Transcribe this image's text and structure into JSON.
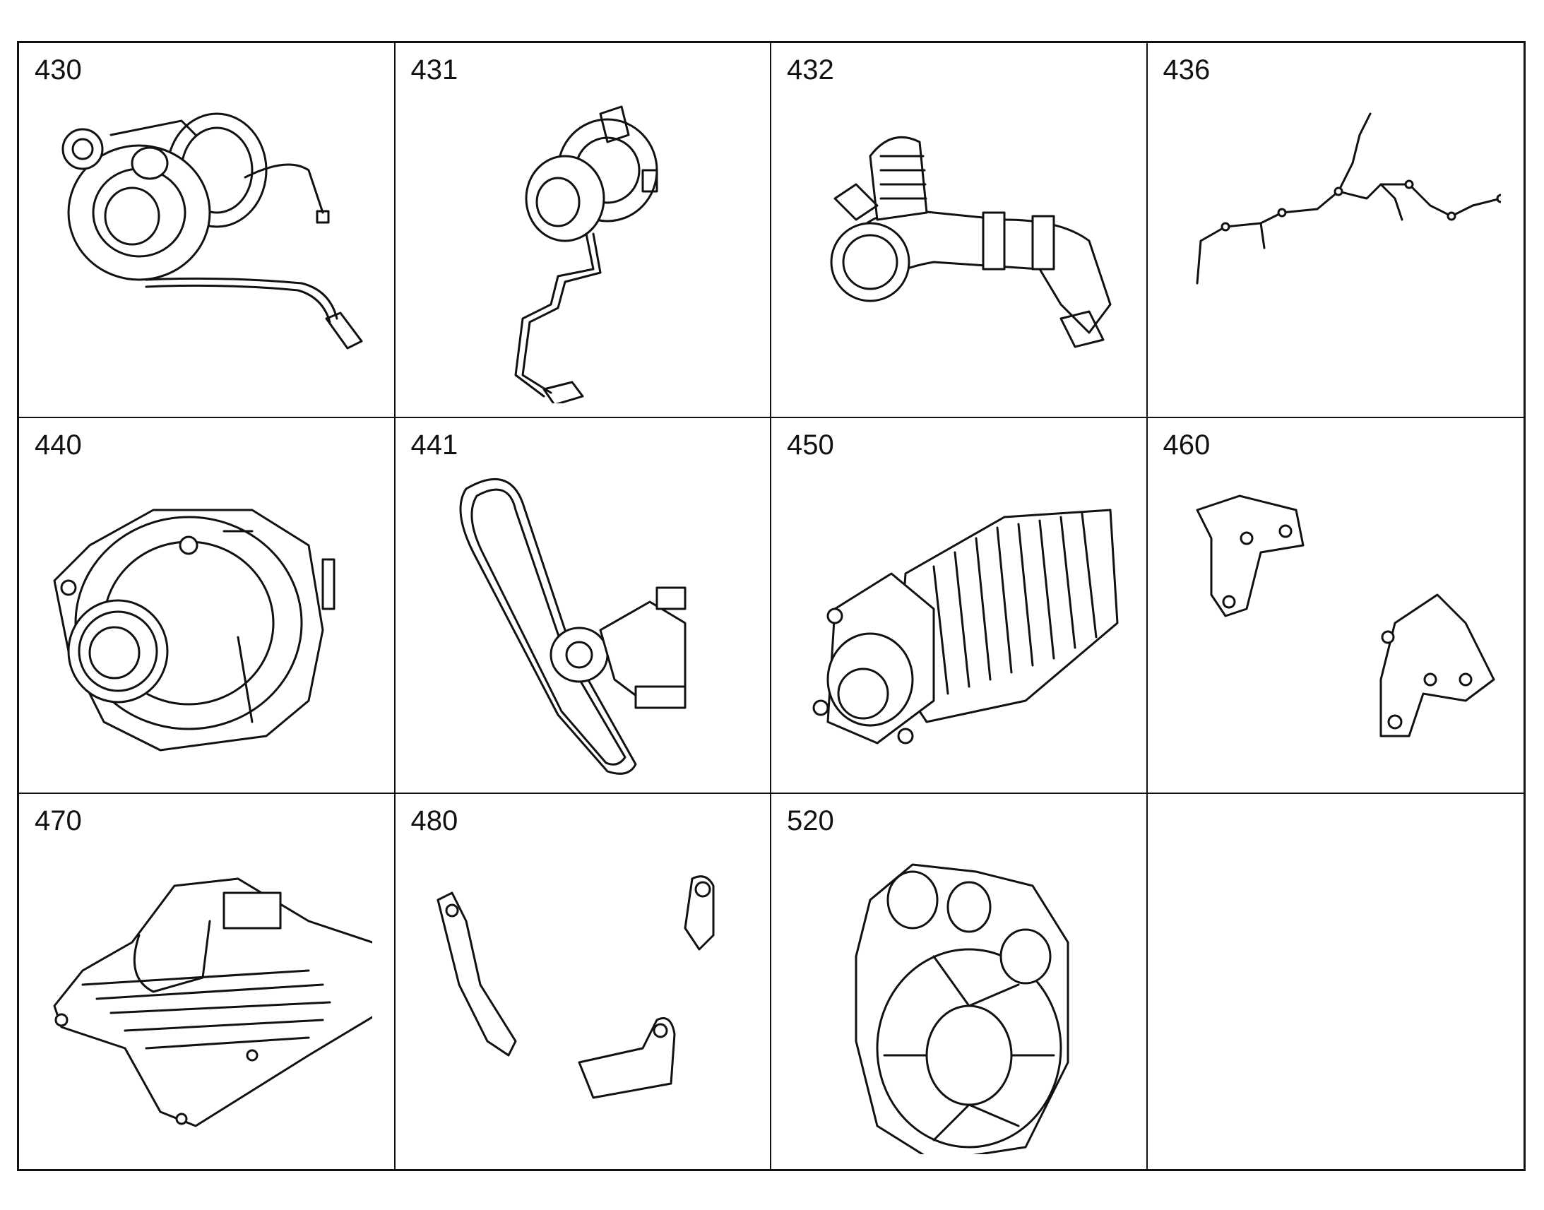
{
  "parts": [
    {
      "number": "430",
      "icon": "turbocharger-with-oil-lines"
    },
    {
      "number": "431",
      "icon": "turbocharger-with-pipe"
    },
    {
      "number": "432",
      "icon": "intake-air-duct"
    },
    {
      "number": "436",
      "icon": "wiring-harness"
    },
    {
      "number": "440",
      "icon": "alternator"
    },
    {
      "number": "441",
      "icon": "belt-and-tensioner"
    },
    {
      "number": "450",
      "icon": "supercharger"
    },
    {
      "number": "460",
      "icon": "mounting-brackets"
    },
    {
      "number": "470",
      "icon": "v8-engine-cover"
    },
    {
      "number": "480",
      "icon": "lifting-brackets"
    },
    {
      "number": "520",
      "icon": "flywheel-housing"
    }
  ],
  "colors": {
    "line": "#111111",
    "background": "#ffffff"
  }
}
